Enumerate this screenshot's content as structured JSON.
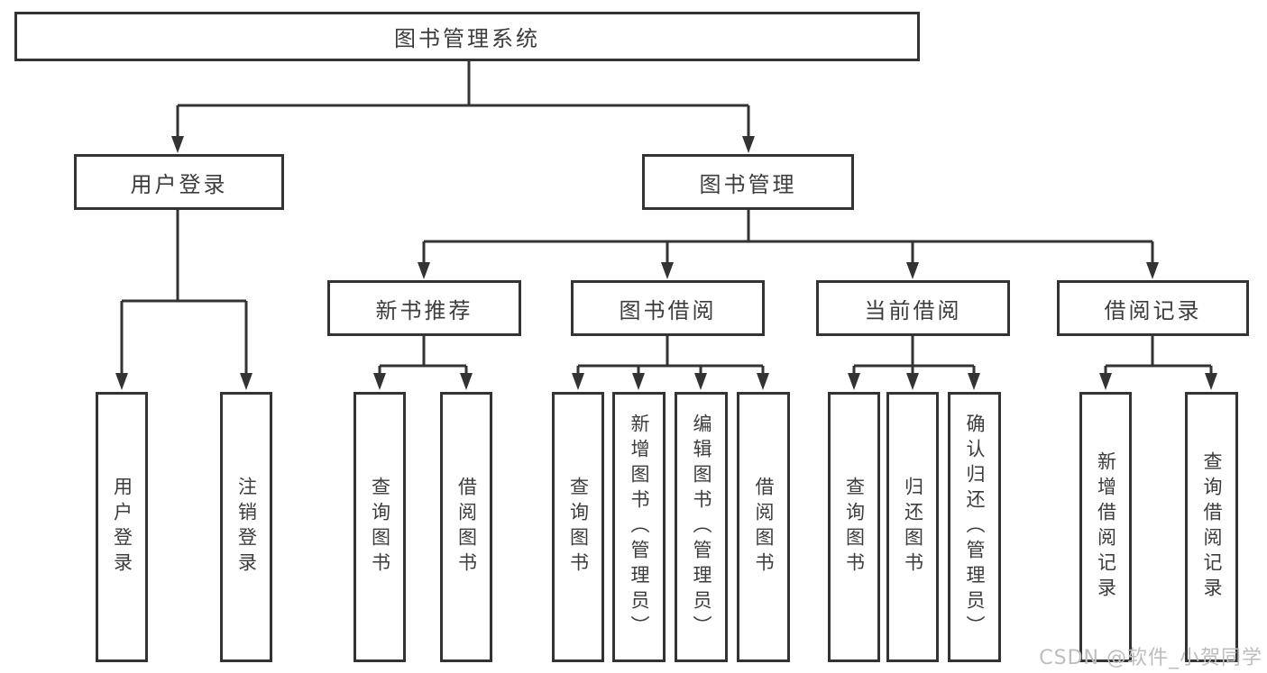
{
  "diagram": {
    "type": "hierarchy-tree",
    "watermark": "CSDN @软件_小贺同学",
    "colors": {
      "line": "#333333",
      "box_border": "#333333",
      "box_background": "#ffffff",
      "text": "#3c3c3c",
      "watermark": "#bdbdbd",
      "page_background": "#ffffff"
    },
    "root": {
      "label": "图书管理系统",
      "children": [
        {
          "label": "用户登录",
          "children": [
            {
              "label": "用户登录"
            },
            {
              "label": "注销登录"
            }
          ]
        },
        {
          "label": "图书管理",
          "children": [
            {
              "label": "新书推荐",
              "children": [
                {
                  "label": "查询图书"
                },
                {
                  "label": "借阅图书"
                }
              ]
            },
            {
              "label": "图书借阅",
              "children": [
                {
                  "label": "查询图书"
                },
                {
                  "label": "新增图书（管理员）"
                },
                {
                  "label": "编辑图书（管理员）"
                },
                {
                  "label": "借阅图书"
                }
              ]
            },
            {
              "label": "当前借阅",
              "children": [
                {
                  "label": "查询图书"
                },
                {
                  "label": "归还图书"
                },
                {
                  "label": "确认归还（管理员）"
                }
              ]
            },
            {
              "label": "借阅记录",
              "children": [
                {
                  "label": "新增借阅记录"
                },
                {
                  "label": "查询借阅记录"
                }
              ]
            }
          ]
        }
      ]
    }
  }
}
